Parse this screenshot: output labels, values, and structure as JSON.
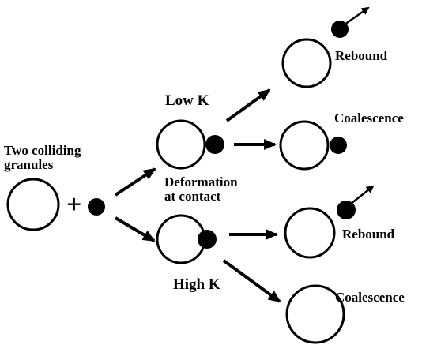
{
  "labels": {
    "two_colliding_granules": [
      "Two colliding",
      "granules"
    ],
    "plus": "+",
    "low_k": "Low K",
    "high_k": "High K",
    "deformation_at_contact": [
      "Deformation",
      "at contact"
    ],
    "rebound_top": "Rebound",
    "coalescence_upper": "Coalescence",
    "rebound_lower": "Rebound",
    "coalescence_lower": "Coalescence"
  },
  "colors": {
    "stroke": "#000000",
    "granule_fill": "#ffffff",
    "small_granule_fill": "#000000",
    "background": "#ffffff"
  }
}
